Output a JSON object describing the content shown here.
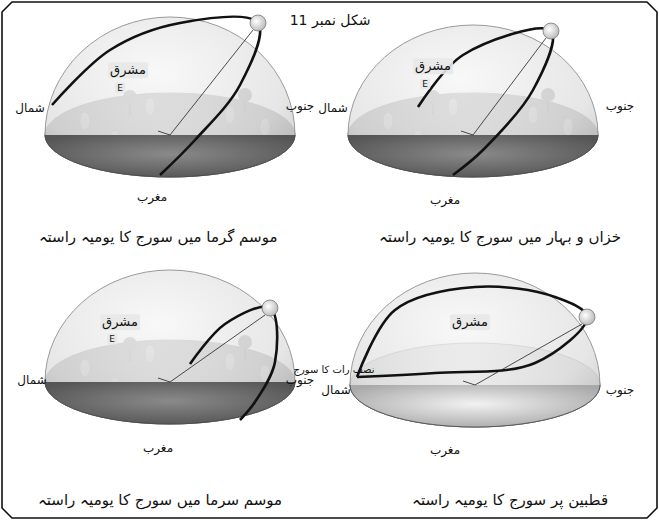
{
  "diagram": {
    "title": "شکل نمبر 11",
    "labels": [
      "مشرق",
      "E",
      "شمال",
      "جنوب",
      "مغرب",
      "موسم گرما میں سورج کا یومیہ راستہ",
      "مشرق",
      "E",
      "شمال",
      "جنوب",
      "مغرب",
      "خزاں و بہار میں سورج کا یومیہ راستہ",
      "مشرق",
      "E",
      "شمال",
      "جنوب",
      "مغرب",
      "موسم سرما میں سورج کا یومیہ راستہ",
      "مشرق",
      "نصف رات کا سورج",
      "شمال",
      "جنوب",
      "مغرب",
      "قطبین پر سورج کا یومیہ راستہ"
    ]
  }
}
